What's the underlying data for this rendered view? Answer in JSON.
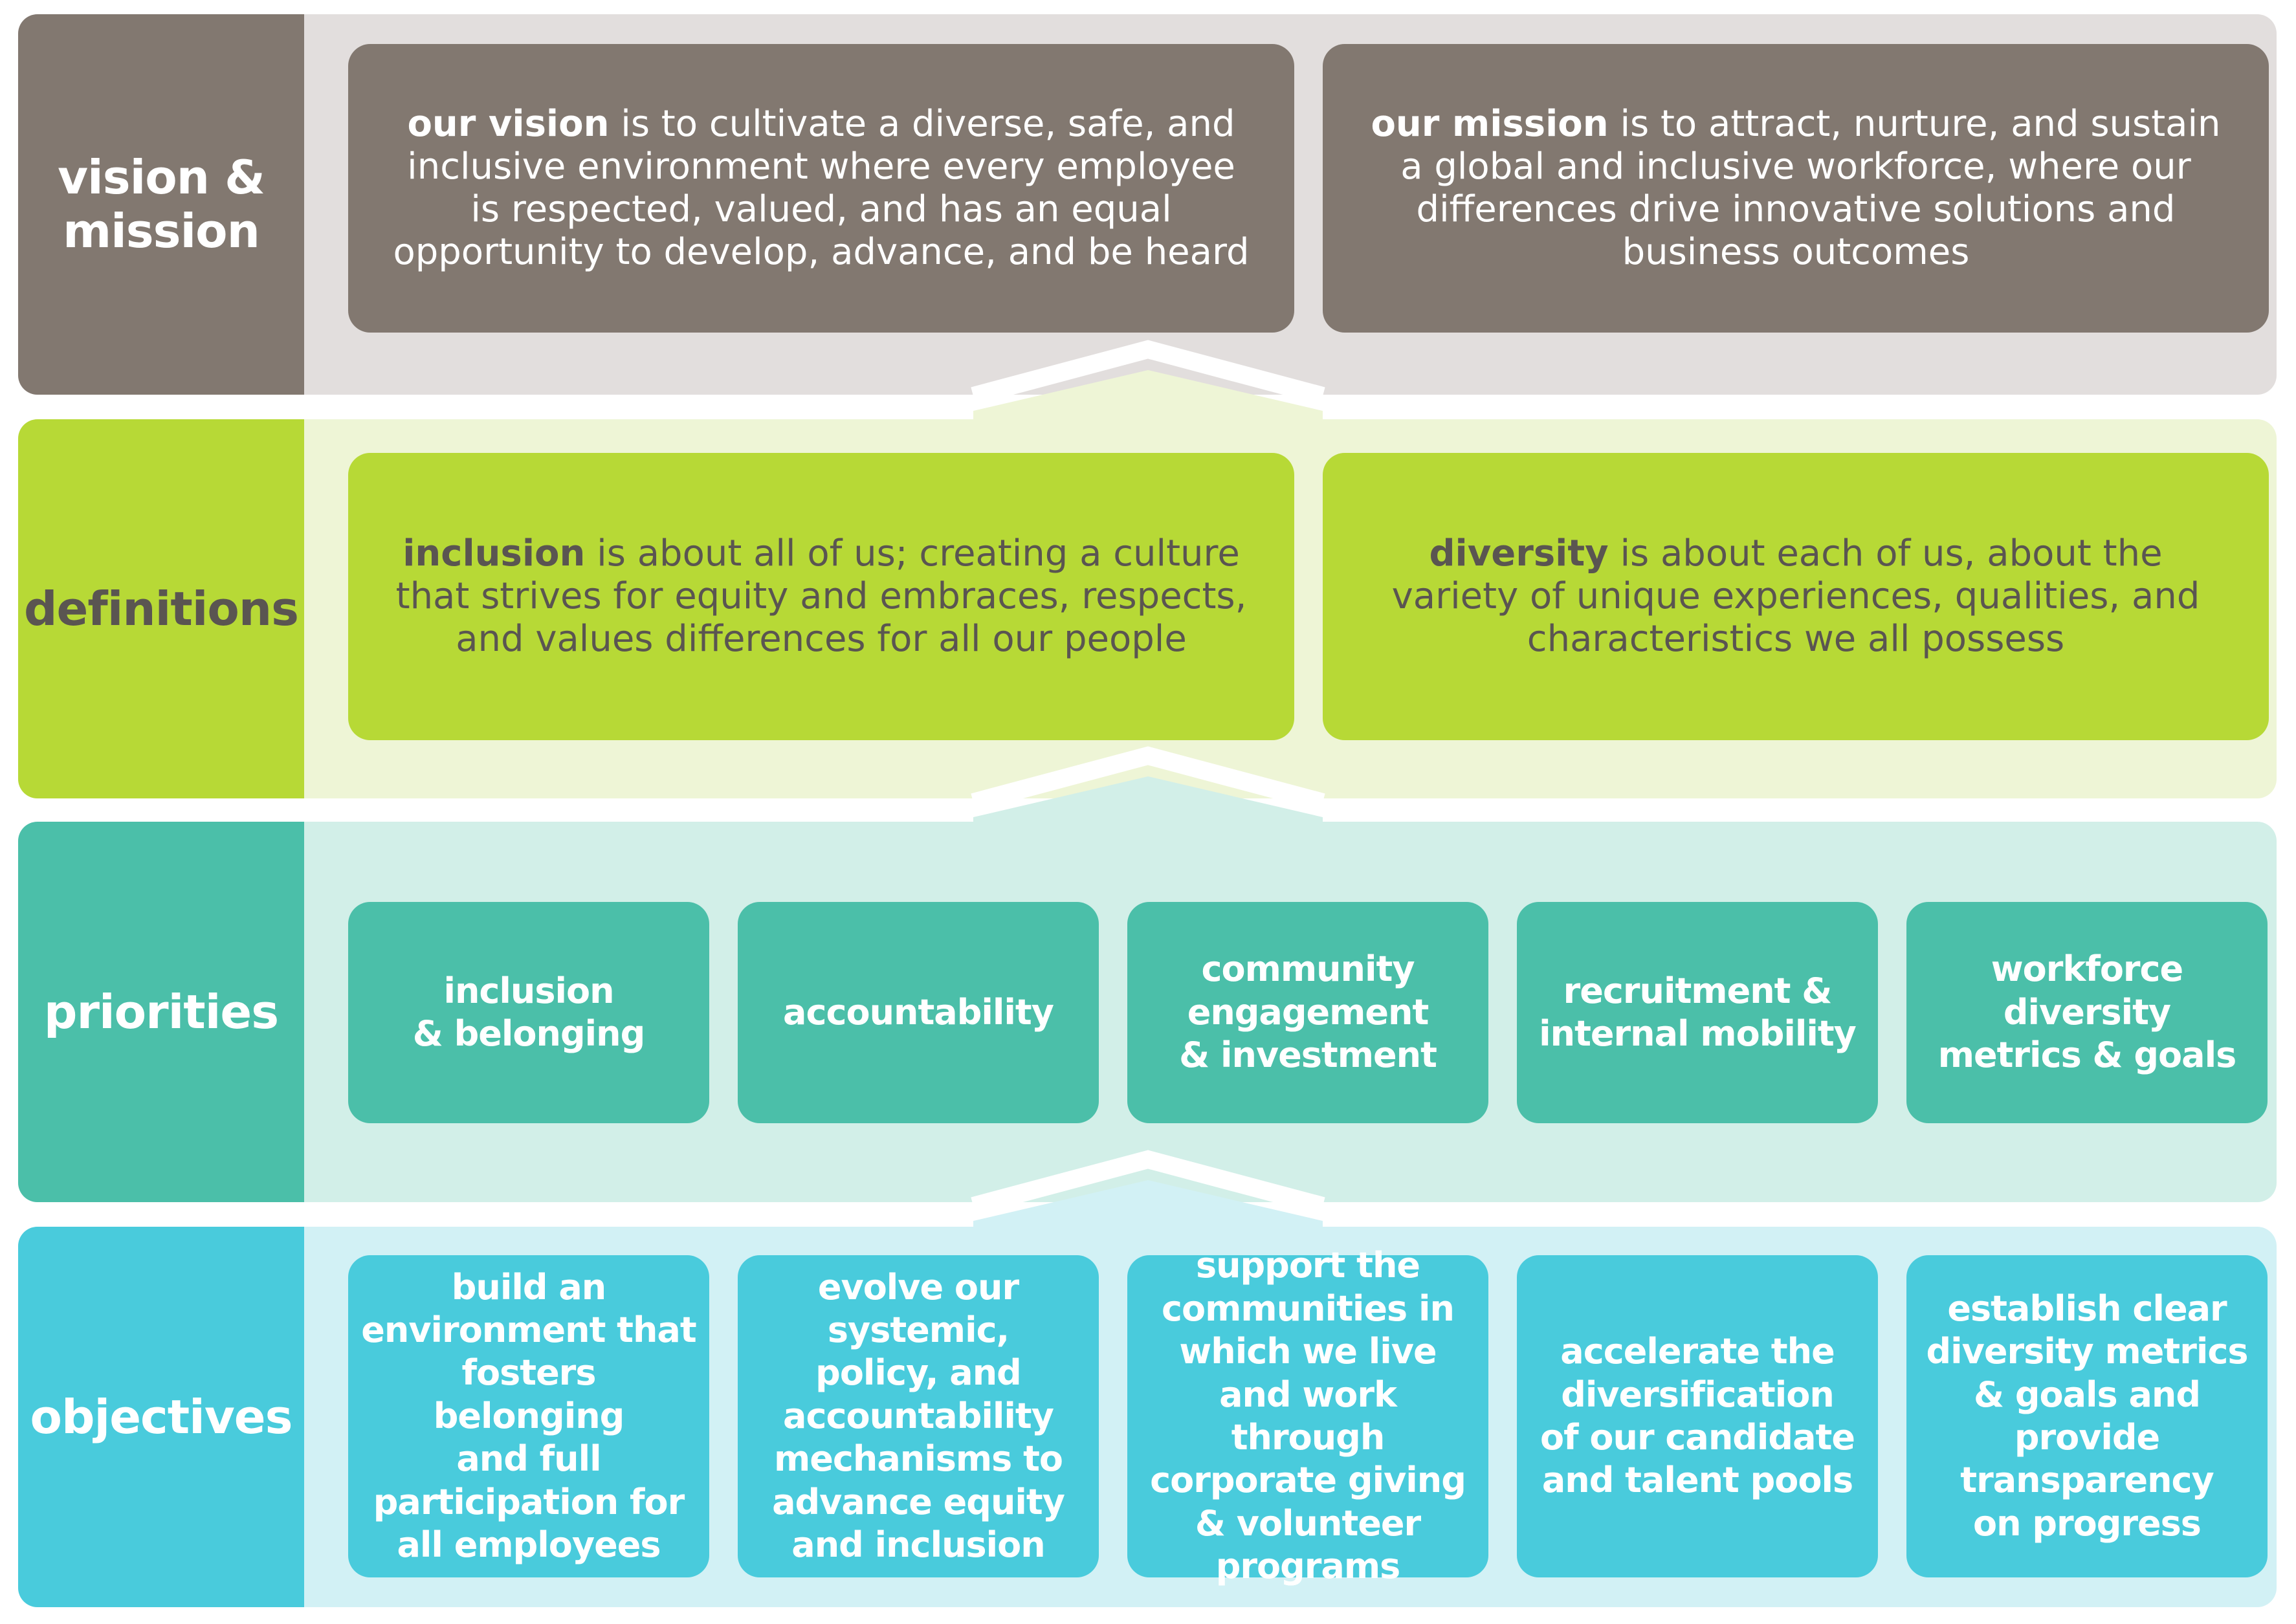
{
  "colors": {
    "vision_label": "#827870",
    "vision_body": "#e2dedd",
    "vision_card": "#827870",
    "definitions_label": "#b7d936",
    "definitions_body": "#eef5d6",
    "definitions_card": "#b7d936",
    "priorities_label": "#4bbfa9",
    "priorities_body": "#d2efe8",
    "priorities_card": "#4bbfa9",
    "objectives_label": "#49cbdc",
    "objectives_body": "#d2f1f5",
    "objectives_card": "#49cbdc",
    "dark_text": "#5a5551",
    "white_text": "#ffffff"
  },
  "vision_mission": {
    "label": "vision &\nmission",
    "vision": {
      "term": "our vision",
      "text": " is to cultivate a diverse, safe, and inclusive environment where every employee is respected, valued, and has an equal opportunity to develop, advance, and be heard"
    },
    "mission": {
      "term": "our mission",
      "text": " is to attract, nurture, and sustain a global and inclusive workforce, where our differences drive innovative solutions and business outcomes"
    }
  },
  "definitions": {
    "label": "definitions",
    "inclusion": {
      "term": "inclusion",
      "text": " is about all of us; creating a culture that strives for equity and embraces, respects, and values differences for all our people"
    },
    "diversity": {
      "term": "diversity",
      "text": " is about each of us, about the variety of unique experiences, qualities, and characteristics we all possess"
    }
  },
  "priorities": {
    "label": "priorities",
    "items": [
      "inclusion\n& belonging",
      "accountability",
      "community\nengagement\n& investment",
      "recruitment &\ninternal mobility",
      "workforce\ndiversity\nmetrics & goals"
    ]
  },
  "objectives": {
    "label": "objectives",
    "items": [
      "build an\nenvironment that\nfosters belonging\nand full\nparticipation for\nall employees",
      "evolve our\nsystemic,\npolicy, and\naccountability\nmechanisms to\nadvance equity\nand inclusion",
      "support the\ncommunities in\nwhich we live\nand work through\ncorporate giving\n& volunteer\nprograms",
      "accelerate the\ndiversification\nof our candidate\nand talent pools",
      "establish clear\ndiversity metrics\n& goals and\nprovide\ntransparency\non progress"
    ]
  }
}
